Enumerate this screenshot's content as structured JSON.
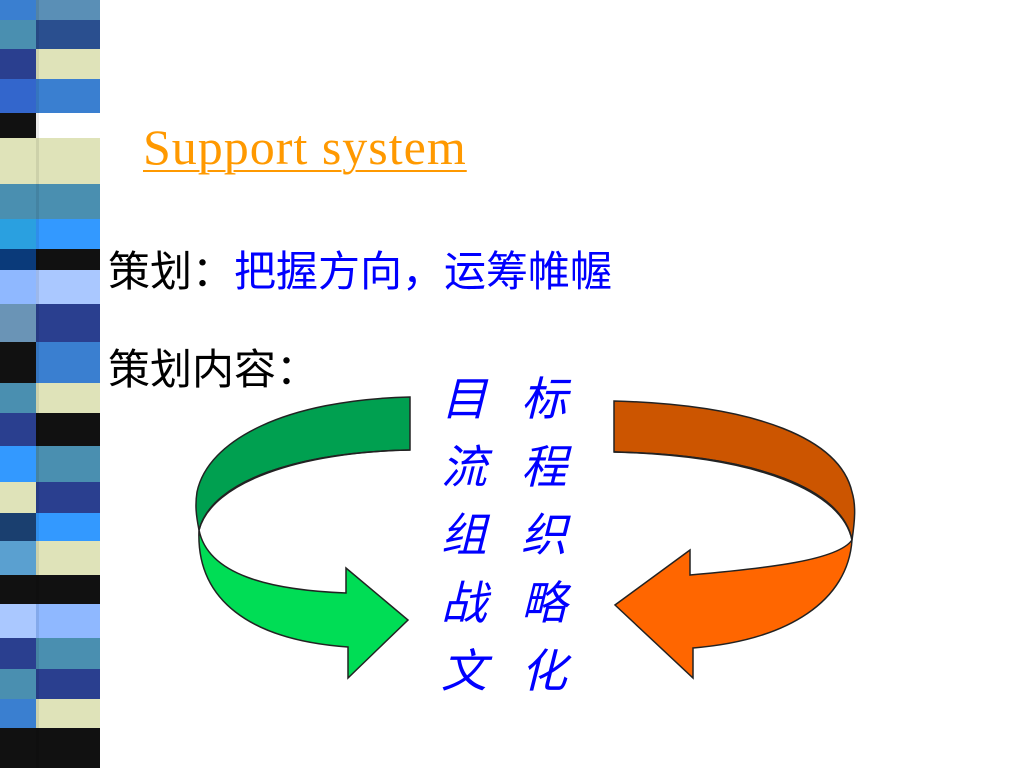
{
  "slide": {
    "title": "Support  system",
    "line1": {
      "label": "策划：",
      "value": "把握方向，运筹帷幄"
    },
    "line2": {
      "label": "策划内容："
    },
    "ring_items": [
      [
        "目",
        "标"
      ],
      [
        "流",
        "程"
      ],
      [
        "组",
        "织"
      ],
      [
        "战",
        "略"
      ],
      [
        "文",
        "化"
      ]
    ]
  },
  "colors": {
    "title": "#ff9900",
    "highlight": "#0000ff",
    "green_arrow": "#00dd55",
    "green_arrow_dark": "#00a050",
    "orange_arrow": "#ff6600",
    "orange_arrow_dark": "#cc5500"
  }
}
